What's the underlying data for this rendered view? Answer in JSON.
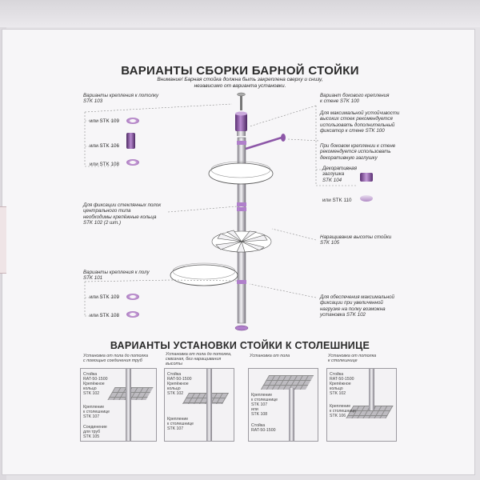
{
  "header": {
    "title": "ВАРИАНТЫ СБОРКИ БАРНОЙ СТОЙКИ",
    "subtitle_line1": "Внимание! Барная стойка должна быть закреплена сверху и снизу,",
    "subtitle_line2": "независимо от варианта установки."
  },
  "left": {
    "top_mount_line1": "Варианты крепления к потолку",
    "top_mount_line2": "STK 103",
    "opt1": "или STK 109",
    "opt2": "или STK 106",
    "opt3": "или STK 108",
    "glass_line1": "Для фиксации стеклянных полок",
    "glass_line2": "центрального типа",
    "glass_line3": "необходимы крепёжные кольца",
    "glass_line4": "STK 102 (2 шт.)",
    "floor_line1": "Варианты крепления к полу",
    "floor_line2": "STK 101",
    "opt4": "или STK 109",
    "opt5": "или STK 108"
  },
  "right": {
    "side_line1": "Вариант бокового крепления",
    "side_line2": "к стене STK 100",
    "stab_line1": "Для максимальной устойчивости",
    "stab_line2": "высоких стоек рекомендуется",
    "stab_line3": "использовать дополнительный",
    "stab_line4": "фиксатор к стене STK 100",
    "wall_line1": "При боковом креплении к стене",
    "wall_line2": "рекомендуется использовать",
    "wall_line3": "декоративную заглушку",
    "deco_line1": "Декоративная",
    "deco_line2": "заглушка",
    "deco_line3": "STK 104",
    "opt_stk110": "или STK 110",
    "ext_line1": "Наращивание высоты стойки",
    "ext_line2": "STK 105",
    "load_line1": "Для обеспечения максимальной",
    "load_line2": "фиксации при увеличенной",
    "load_line3": "нагрузке на полку возможна",
    "load_line4": "установка STK 102"
  },
  "install": {
    "title": "ВАРИАНТЫ УСТАНОВКИ СТОЙКИ К СТОЛЕШНИЦЕ",
    "panels": [
      {
        "cap1": "Установка от пола до потолка",
        "cap2": "с помощью соединения труб",
        "cap3": "",
        "labels": [
          "Стойка",
          "RAT-50-1500",
          "Крепёжное",
          "кольцо",
          "STK 102",
          "Крепление",
          "к столешнице",
          "STK 107",
          "Соединение",
          "для труб",
          "STK 105"
        ]
      },
      {
        "cap1": "Установка от пола до потолка,",
        "cap2": "сквозная, без наращивания",
        "cap3": "высоты",
        "labels": [
          "Стойка",
          "RAT-50-1500",
          "Крепёжное",
          "кольцо",
          "STK 102",
          "Крепление",
          "к столешнице",
          "STK 107"
        ]
      },
      {
        "cap1": "Установка от пола",
        "cap2": "",
        "cap3": "",
        "labels": [
          "Крепление",
          "к столешнице",
          "STK 107",
          "или",
          "STK 108",
          "Стойка",
          "RAT-50-1500"
        ]
      },
      {
        "cap1": "Установка от потолка",
        "cap2": "к столешнице",
        "cap3": "",
        "labels": [
          "Стойка",
          "RAT-50-1500",
          "Крепёжное",
          "кольцо",
          "STK 102",
          "Крепление",
          "к столешнице",
          "STK 106"
        ]
      }
    ]
  },
  "colors": {
    "accent": "#8d57a8",
    "chrome": "#b8b5bc",
    "line": "#8c8c8c"
  }
}
